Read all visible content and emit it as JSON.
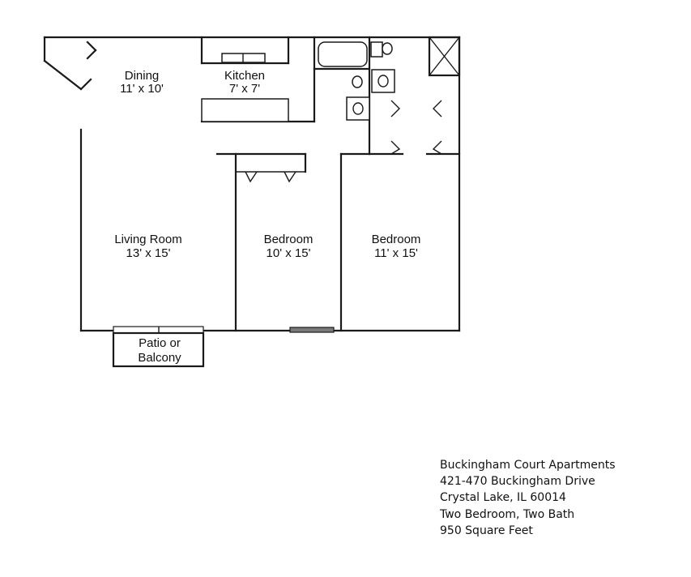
{
  "rooms": {
    "dining": {
      "name": "Dining",
      "size": "11' x 10'"
    },
    "kitchen": {
      "name": "Kitchen",
      "size": "7' x 7'"
    },
    "living_room": {
      "name": "Living Room",
      "size": "13' x 15'"
    },
    "bedroom_1": {
      "name": "Bedroom",
      "size": "10' x 15'"
    },
    "bedroom_2": {
      "name": "Bedroom",
      "size": "11' x 15'"
    },
    "patio": {
      "line1": "Patio or",
      "line2": "Balcony"
    }
  },
  "info": {
    "property": "Buckingham Court Apartments",
    "address": "421-470 Buckingham Drive",
    "city": "Crystal Lake, IL 60014",
    "layout": "Two Bedroom, Two Bath",
    "area": "950 Square Feet"
  }
}
